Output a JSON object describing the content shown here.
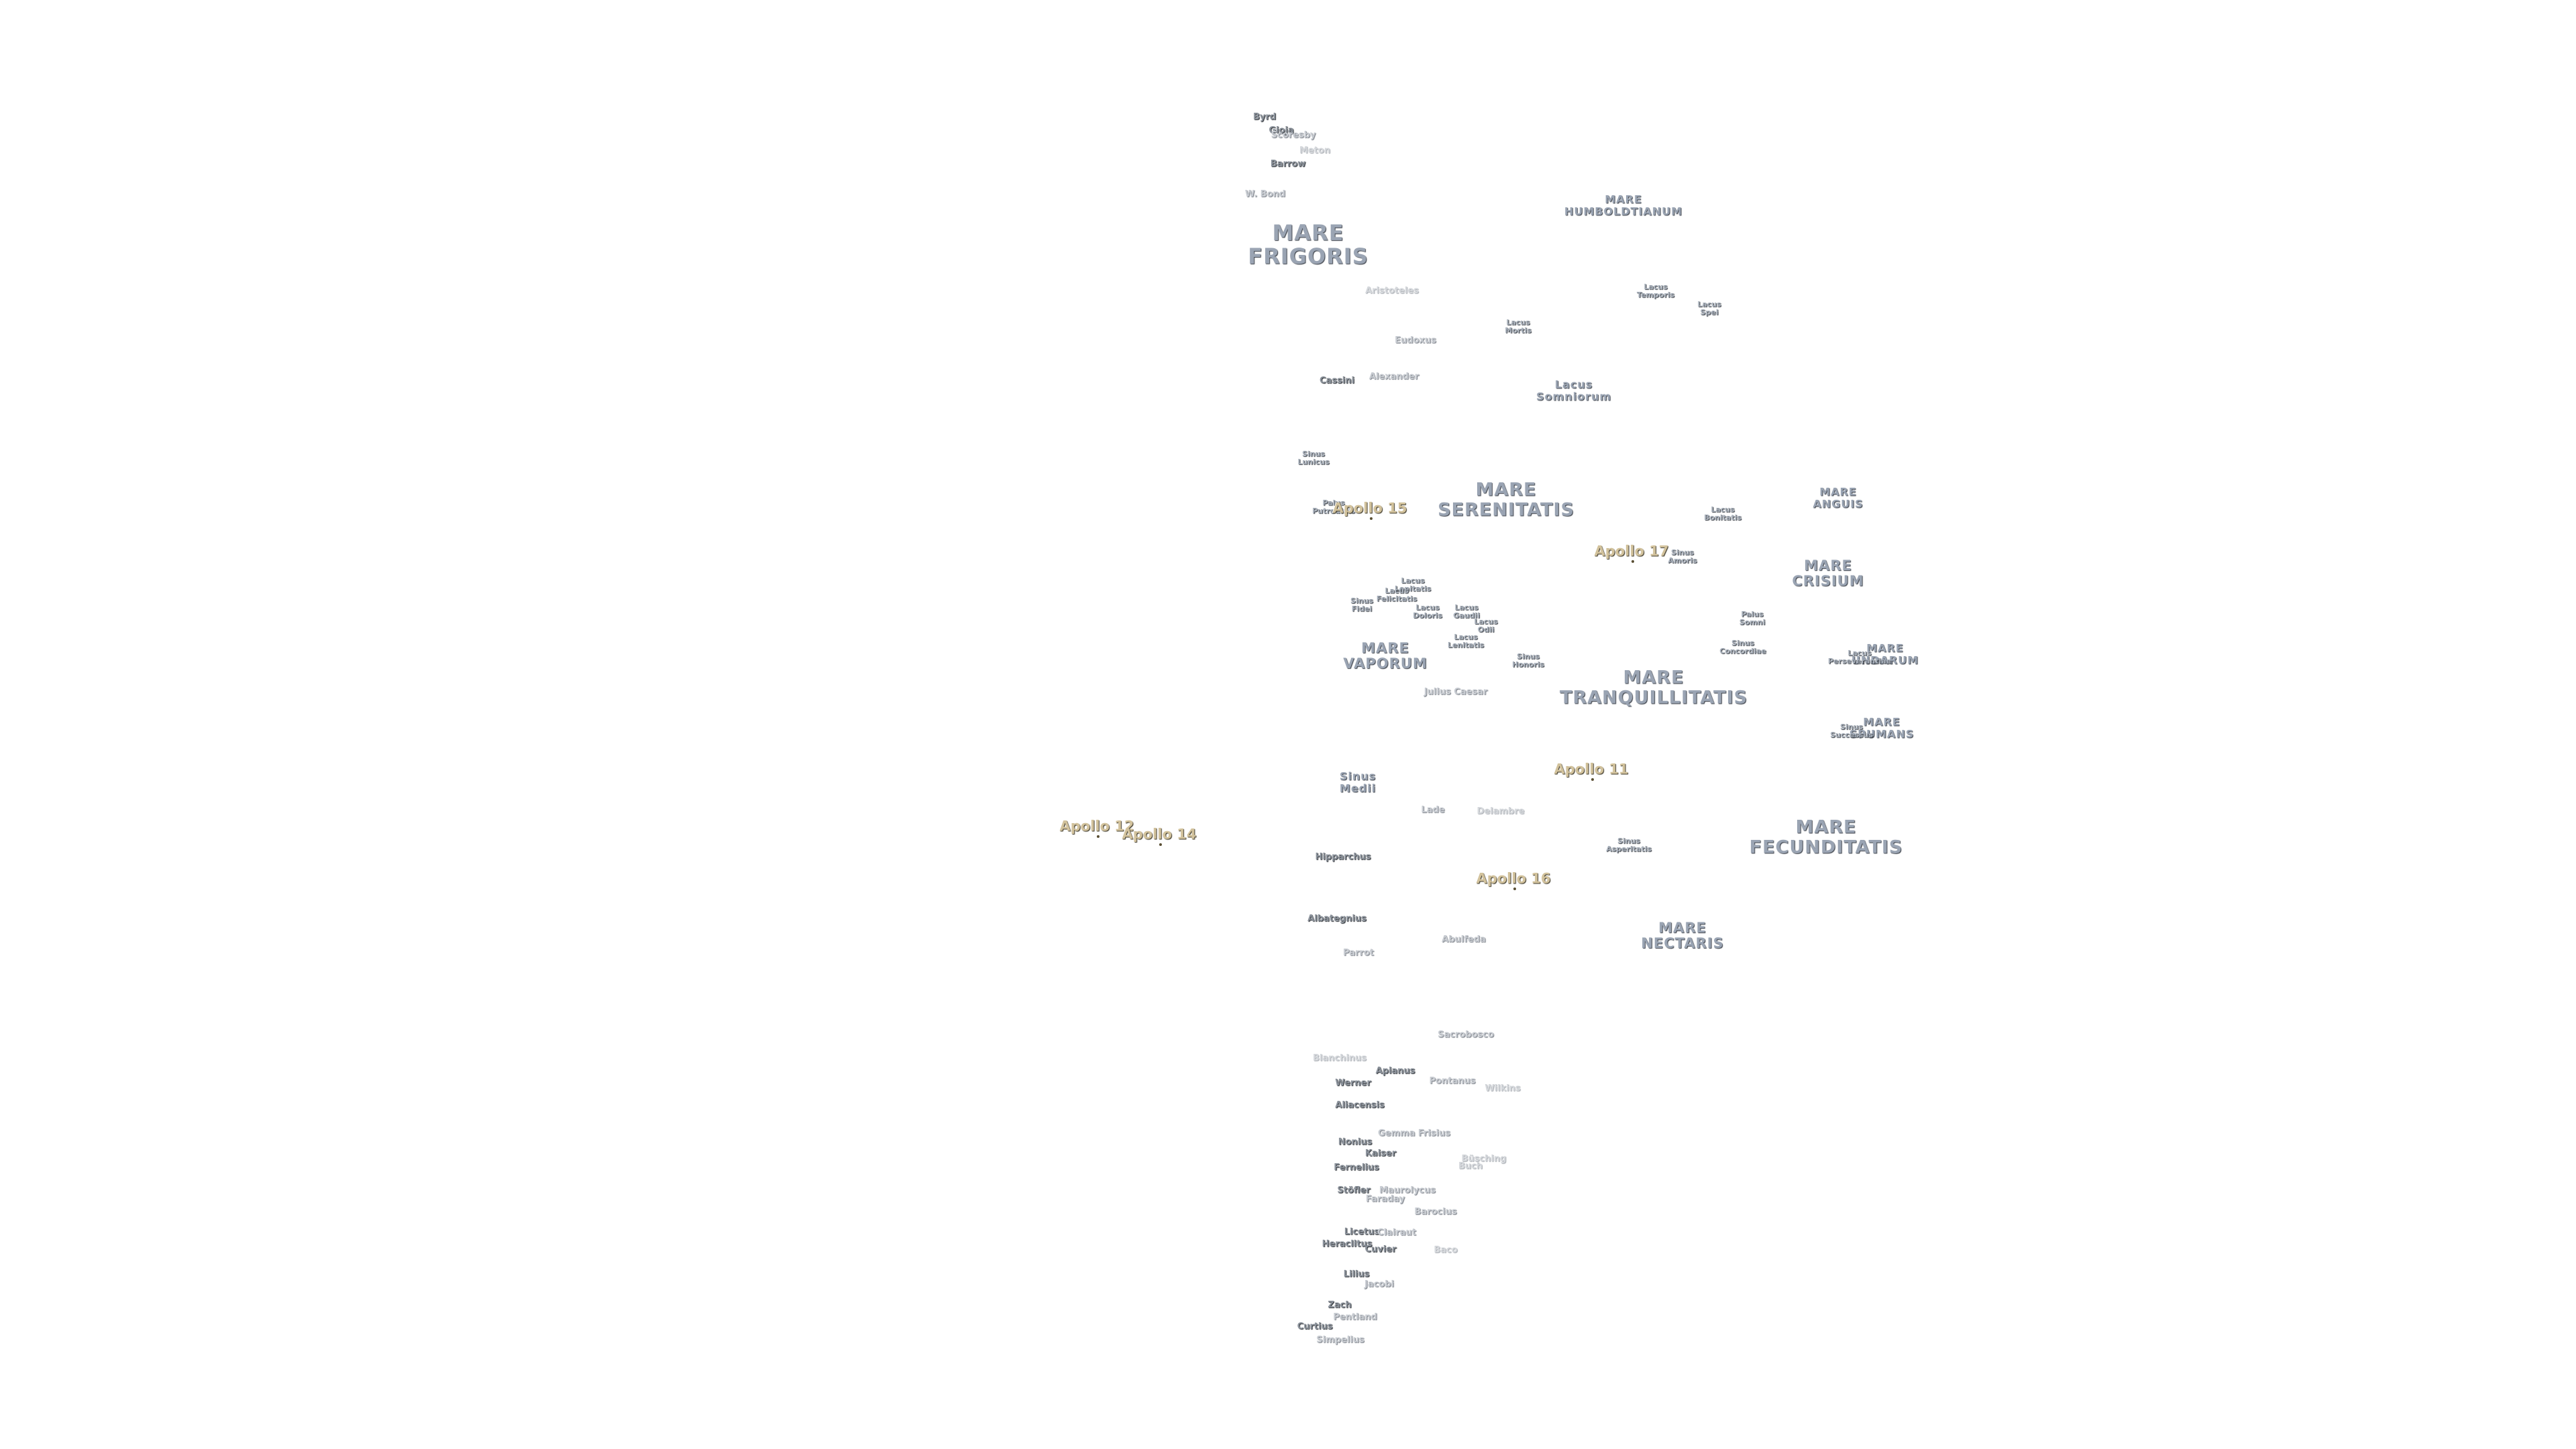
{
  "map": {
    "mare": [
      {
        "name": "MARE\nFRIGORIS",
        "size": "xl"
      },
      {
        "name": "MARE\nHUMBOLDTIANUM",
        "size": "s"
      },
      {
        "name": "MARE\nSERENITATIS",
        "size": "l"
      },
      {
        "name": "MARE\nANGUIS",
        "size": "s"
      },
      {
        "name": "MARE\nCRISIUM",
        "size": "m"
      },
      {
        "name": "MARE\nVAPORUM",
        "size": "m"
      },
      {
        "name": "MARE\nTRANQUILLITATIS",
        "size": "l"
      },
      {
        "name": "MARE\nUNDARUM",
        "size": "s"
      },
      {
        "name": "MARE\nSPUMANS",
        "size": "s"
      },
      {
        "name": "MARE\nFECUNDITATIS",
        "size": "l"
      },
      {
        "name": "MARE\nNECTARIS",
        "size": "m"
      }
    ],
    "features": [
      {
        "name": "Lacus\nTemporis"
      },
      {
        "name": "Lacus\nSpei"
      },
      {
        "name": "Lacus\nMortis"
      },
      {
        "name": "Lacus\nSomniorum",
        "size": "m"
      },
      {
        "name": "Sinus\nLunicus"
      },
      {
        "name": "Palus\nPutredinis"
      },
      {
        "name": "Lacus\nBonitatis"
      },
      {
        "name": "Sinus\nAmoris"
      },
      {
        "name": "Lacus\nLenitatis"
      },
      {
        "name": "Lacus\nFelicitatis"
      },
      {
        "name": "Sinus\nFidei"
      },
      {
        "name": "Lacus\nDoloris"
      },
      {
        "name": "Lacus\nGaudii"
      },
      {
        "name": "Lacus\nOdii"
      },
      {
        "name": "Lacus\nLenitatis"
      },
      {
        "name": "Sinus\nHonoris"
      },
      {
        "name": "Palus\nSomni"
      },
      {
        "name": "Sinus\nConcordiae"
      },
      {
        "name": "Lacus\nPerseverantiae"
      },
      {
        "name": "Sinus\nSuccessus"
      },
      {
        "name": "Sinus\nMedii",
        "size": "m"
      },
      {
        "name": "Sinus\nAsperitatis"
      }
    ],
    "craters": [
      {
        "name": "Byrd",
        "tone": "dark"
      },
      {
        "name": "Gioja",
        "tone": "dark"
      },
      {
        "name": "Scoresby",
        "tone": "med"
      },
      {
        "name": "Meton",
        "tone": "faint"
      },
      {
        "name": "Barrow",
        "tone": "dark"
      },
      {
        "name": "W. Bond",
        "tone": "med"
      },
      {
        "name": "Aristoteles",
        "tone": "faint"
      },
      {
        "name": "Eudoxus",
        "tone": "med"
      },
      {
        "name": "Cassini",
        "tone": "dark"
      },
      {
        "name": "Alexander",
        "tone": "med"
      },
      {
        "name": "Julius Caesar",
        "tone": "med"
      },
      {
        "name": "Lade",
        "tone": "med"
      },
      {
        "name": "Delambre",
        "tone": "faint"
      },
      {
        "name": "Hipparchus",
        "tone": "dark"
      },
      {
        "name": "Albategnius",
        "tone": "dark"
      },
      {
        "name": "Parrot",
        "tone": "med"
      },
      {
        "name": "Abulfeda",
        "tone": "med"
      },
      {
        "name": "Sacrobosco",
        "tone": "med"
      },
      {
        "name": "Blanchinus",
        "tone": "faint"
      },
      {
        "name": "Apianus",
        "tone": "dark"
      },
      {
        "name": "Werner",
        "tone": "dark"
      },
      {
        "name": "Pontanus",
        "tone": "med"
      },
      {
        "name": "Wilkins",
        "tone": "faint"
      },
      {
        "name": "Aliacensis",
        "tone": "dark"
      },
      {
        "name": "Gemma Frisius",
        "tone": "med"
      },
      {
        "name": "Nonius",
        "tone": "dark"
      },
      {
        "name": "Kaiser",
        "tone": "dark"
      },
      {
        "name": "Büsching",
        "tone": "faint"
      },
      {
        "name": "Buch",
        "tone": "faint"
      },
      {
        "name": "Fernelius",
        "tone": "dark"
      },
      {
        "name": "Stöfler",
        "tone": "dark"
      },
      {
        "name": "Maurolycus",
        "tone": "med"
      },
      {
        "name": "Faraday",
        "tone": "med"
      },
      {
        "name": "Barocius",
        "tone": "med"
      },
      {
        "name": "Licetus",
        "tone": "dark"
      },
      {
        "name": "Clairaut",
        "tone": "med"
      },
      {
        "name": "Heraclitus",
        "tone": "dark"
      },
      {
        "name": "Cuvier",
        "tone": "dark"
      },
      {
        "name": "Baco",
        "tone": "faint"
      },
      {
        "name": "Lilius",
        "tone": "dark"
      },
      {
        "name": "Jacobi",
        "tone": "med"
      },
      {
        "name": "Zach",
        "tone": "dark"
      },
      {
        "name": "Pentland",
        "tone": "med"
      },
      {
        "name": "Curtius",
        "tone": "dark"
      },
      {
        "name": "Simpelius",
        "tone": "med"
      }
    ],
    "apollo": [
      {
        "name": "Apollo 15"
      },
      {
        "name": "Apollo 17"
      },
      {
        "name": "Apollo 11"
      },
      {
        "name": "Apollo 12"
      },
      {
        "name": "Apollo 14"
      },
      {
        "name": "Apollo 16"
      }
    ]
  }
}
